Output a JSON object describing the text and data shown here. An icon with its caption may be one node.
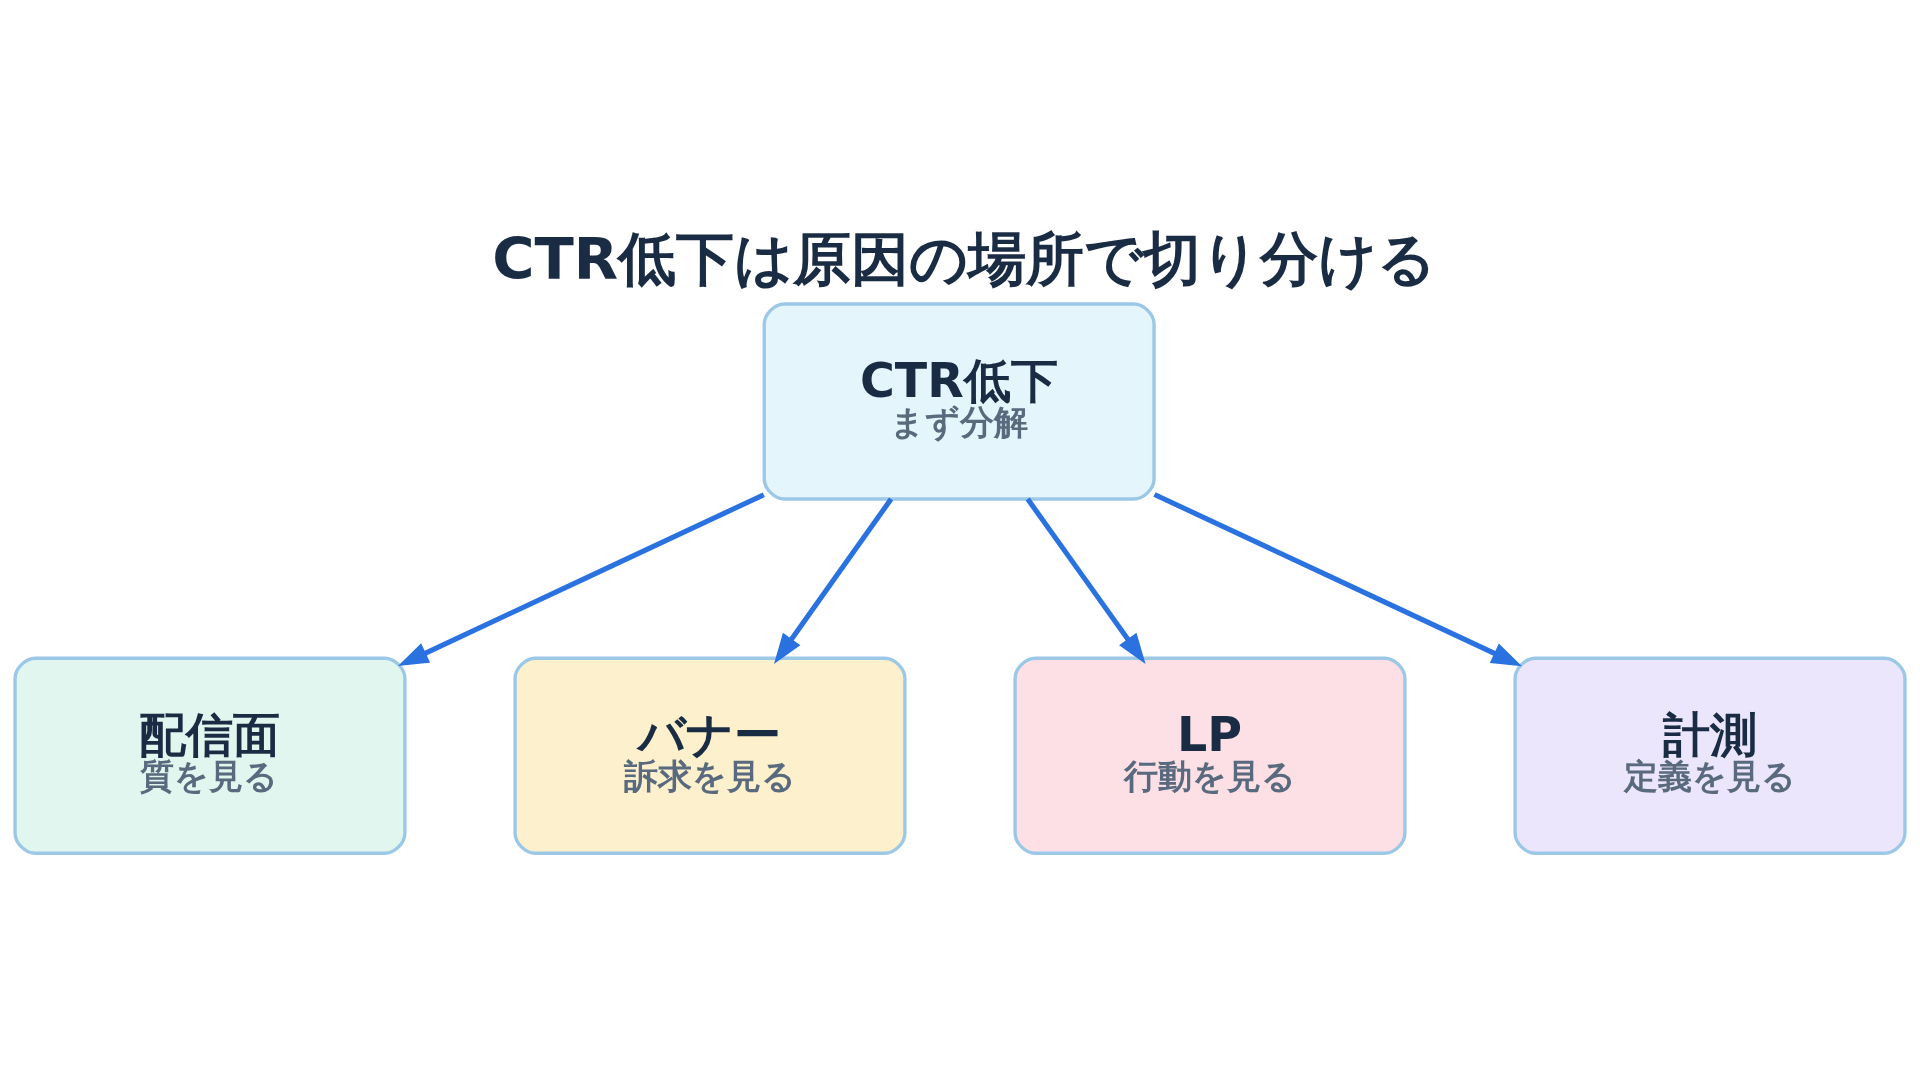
{
  "diagram": {
    "title": "CTR低下は原因の場所で切り分ける",
    "nodes": [
      {
        "text": [
          "CTR低下",
          "まず分解"
        ]
      },
      {
        "text": [
          "配信面",
          "質を見る"
        ]
      },
      {
        "text": [
          "バナー",
          "訴求を見る"
        ]
      },
      {
        "text": [
          "LP",
          "行動を見る"
        ]
      },
      {
        "text": [
          "計測",
          "定義を見る"
        ]
      }
    ],
    "edges": [
      {
        "from": 0,
        "to": 1,
        "arrow": "to"
      },
      {
        "from": 0,
        "to": 2,
        "arrow": "to"
      },
      {
        "from": 0,
        "to": 3,
        "arrow": "to"
      },
      {
        "from": 0,
        "to": 4,
        "arrow": "to"
      }
    ]
  }
}
